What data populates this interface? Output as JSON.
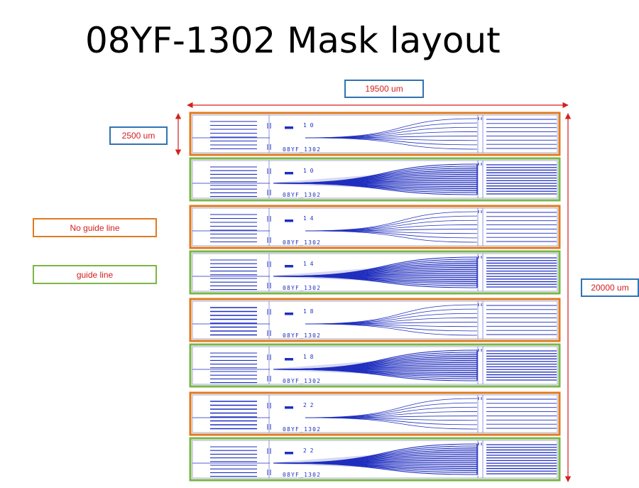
{
  "title": "08YF-1302 Mask layout",
  "dimensions": {
    "width_label": "19500 um",
    "row_height_label": "2500 um",
    "total_height_label": "20000 um"
  },
  "legend": {
    "no_guide": {
      "label": "No guide line",
      "color": "#e07a1f"
    },
    "guide": {
      "label": "guide line",
      "color": "#7ab648"
    }
  },
  "colors": {
    "mask_lines": "#1f2fbf",
    "dimension_arrows": "#d32020",
    "label_border": "#2f73b3"
  },
  "rows": [
    {
      "number": "1 0",
      "chip_label": "08YF_1302",
      "type": "no_guide"
    },
    {
      "number": "1 0",
      "chip_label": "08YF_1302",
      "type": "guide"
    },
    {
      "number": "1 4",
      "chip_label": "08YF_1302",
      "type": "no_guide"
    },
    {
      "number": "1 4",
      "chip_label": "08YF_1302",
      "type": "guide"
    },
    {
      "number": "1 8",
      "chip_label": "08YF_1302",
      "type": "no_guide"
    },
    {
      "number": "1 8",
      "chip_label": "08YF_1302",
      "type": "guide"
    },
    {
      "number": "2 2",
      "chip_label": "08YF_1302",
      "type": "no_guide"
    },
    {
      "number": "2 2",
      "chip_label": "08YF_1302",
      "type": "guide"
    }
  ]
}
